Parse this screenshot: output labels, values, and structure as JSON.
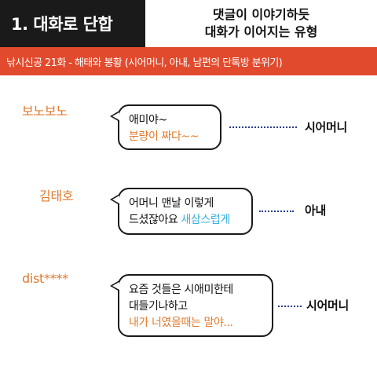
{
  "header": {
    "title": "1. 대화로 단합",
    "caption_line1": "댓글이 이야기하듯",
    "caption_line2": "대화가 이어지는 유형"
  },
  "subtitle": "낚시신공 21화 - 해태와 봉황 (시어머니, 아내, 남편의 단톡방 분위기)",
  "comments": [
    {
      "author": "보노보노",
      "lines": [
        "애미야~"
      ],
      "highlight": "분량이 짜다~~",
      "role": "시어머니"
    },
    {
      "author": "김태호",
      "line1": "어머니 맨날 이렇게",
      "line2_plain": "드셨잖아요 ",
      "line2_highlight": "새삼스럽게",
      "role": "아내"
    },
    {
      "author": "dist****",
      "line1": "요즘 것들은 시애미한테",
      "line2": "대들기나하고",
      "line3_highlight": "내가 너였을때는 말야...",
      "role": "시어머니"
    }
  ],
  "colors": {
    "title_bg": "#1a1a1a",
    "subtitle_bg": "#e14a2c",
    "author": "#e07a2c",
    "highlight_orange": "#e07a2c",
    "highlight_blue": "#3ab0e0",
    "dotted_line": "#2a3e8c"
  }
}
